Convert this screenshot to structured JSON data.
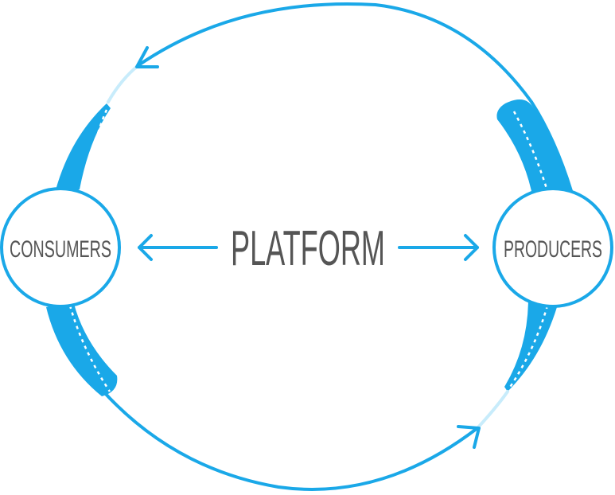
{
  "diagram": {
    "center_label": "PLATFORM",
    "left_node": {
      "label": "CONSUMERS"
    },
    "right_node": {
      "label": "PRODUCERS"
    }
  },
  "colors": {
    "accent": "#1aa8e8",
    "accent_light": "#c8ecfb",
    "text": "#555555",
    "node_fill": "#ffffff"
  }
}
